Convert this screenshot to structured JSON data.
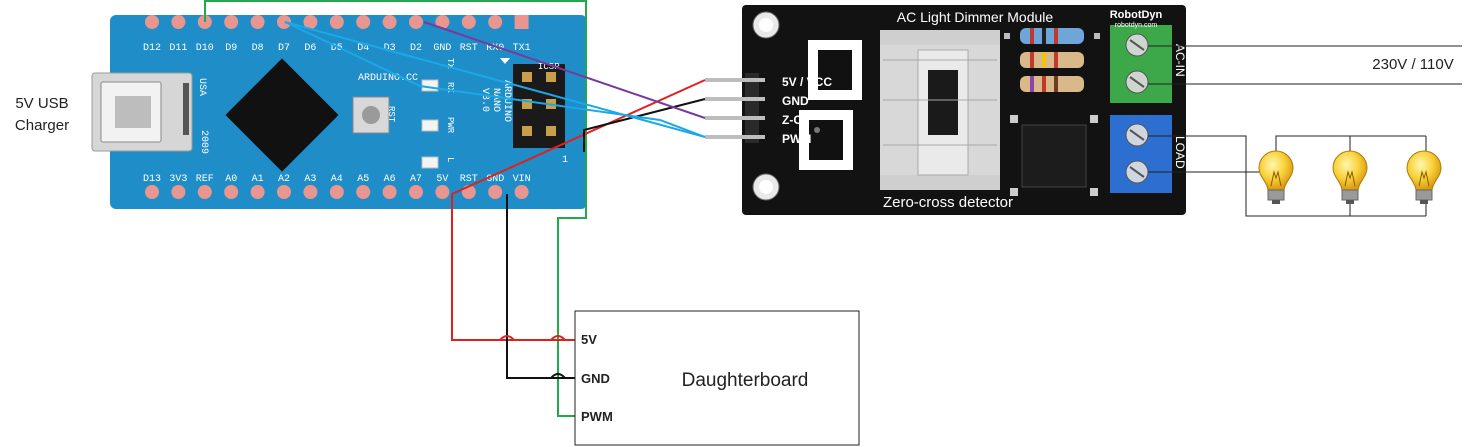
{
  "labels": {
    "charger": [
      "5V USB",
      "Charger"
    ],
    "mains": "230V / 110V",
    "daughterboard": "Daughterboard"
  },
  "arduino": {
    "top_pins": [
      "D12",
      "D11",
      "D10",
      "D9",
      "D8",
      "D7",
      "D6",
      "D5",
      "D4",
      "D3",
      "D2",
      "GND",
      "RST",
      "RX0",
      "TX1"
    ],
    "bottom_pins": [
      "D13",
      "3V3",
      "REF",
      "A0",
      "A1",
      "A2",
      "A3",
      "A4",
      "A5",
      "A6",
      "A7",
      "5V",
      "RST",
      "GND",
      "VIN"
    ],
    "usa": "USA",
    "year": "2009",
    "arduino_cc": "ARDUINO.CC",
    "rst": "RST",
    "tx": "TX",
    "rx": "RX",
    "pwr": "PWR",
    "l": "L",
    "icsp": "ICSP",
    "one": "1",
    "vertical": [
      "ARDUINO",
      "NANO",
      "V3.0"
    ]
  },
  "dimmer": {
    "title": "AC Light Dimmer Module",
    "brand": "RobotDyn",
    "brand_url": "robotdyn.com",
    "pins": [
      "5V / VCC",
      "GND",
      "Z-C",
      "PWM"
    ],
    "ac_in": "AC-IN",
    "load": "LOAD",
    "zero_cross": "Zero-cross detector"
  },
  "daughter_pins": [
    "5V",
    "GND",
    "PWM"
  ],
  "colors": {
    "board": "#1f8dc8",
    "pin": "#e8968f",
    "wire_red": "#e0201e",
    "wire_black": "#111111",
    "wire_green": "#22a94b",
    "wire_blue": "#1aa8e8",
    "wire_purple": "#7a3a9a",
    "dimmer_pcb": "#121212",
    "terminal_green": "#3ca84a",
    "terminal_blue": "#2c6fd0",
    "bulb": "#f5c51e"
  }
}
